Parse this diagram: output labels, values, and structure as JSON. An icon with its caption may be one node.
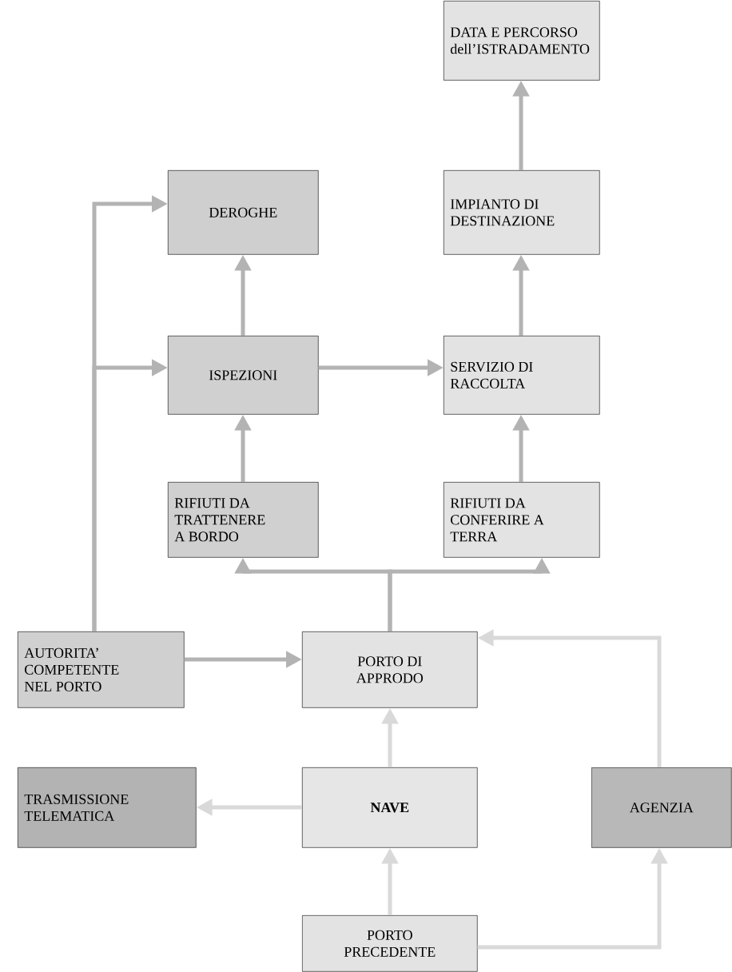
{
  "diagram": {
    "nodes": [
      {
        "text": [
          "DATA E PERCORSO dell’ISTRADAMENTO"
        ]
      },
      {
        "text": [
          "DEROGHE"
        ]
      },
      {
        "text": [
          "IMPIANTO DI DESTINAZIONE"
        ]
      },
      {
        "text": [
          "ISPEZIONI"
        ]
      },
      {
        "text": [
          "SERVIZIO DI RACCOLTA"
        ]
      },
      {
        "text": [
          "RIFIUTI DA TRATTENERE A BORDO"
        ]
      },
      {
        "text": [
          "RIFIUTI DA CONFERIRE A TERRA"
        ]
      },
      {
        "text": [
          "AUTORITA’ COMPETENTE NEL PORTO"
        ]
      },
      {
        "text": [
          "PORTO DI APPRODO"
        ]
      },
      {
        "text": [
          "TRASMISSIONE TELEMATICA"
        ]
      },
      {
        "text": [
          "NAVE"
        ]
      },
      {
        "text": [
          "AGENZIA"
        ]
      },
      {
        "text": [
          "PORTO PRECEDENTE"
        ]
      }
    ],
    "edges": [
      {
        "from": 2,
        "to": 0,
        "arrow": "to"
      },
      {
        "from": 3,
        "to": 1,
        "arrow": "to"
      },
      {
        "from": 7,
        "to": 1,
        "arrow": "to"
      },
      {
        "from": 7,
        "to": 3,
        "arrow": "to"
      },
      {
        "from": 3,
        "to": 4,
        "arrow": "to"
      },
      {
        "from": 4,
        "to": 2,
        "arrow": "to"
      },
      {
        "from": 5,
        "to": 3,
        "arrow": "to"
      },
      {
        "from": 6,
        "to": 4,
        "arrow": "to"
      },
      {
        "from": 8,
        "to": 5,
        "arrow": "to"
      },
      {
        "from": 8,
        "to": 6,
        "arrow": "to"
      },
      {
        "from": 7,
        "to": 8,
        "arrow": "to"
      },
      {
        "from": 10,
        "to": 8,
        "arrow": "to",
        "color": "#d9d9d9"
      },
      {
        "from": 10,
        "to": 9,
        "arrow": "to",
        "color": "#d9d9d9"
      },
      {
        "from": 11,
        "to": 8,
        "arrow": "to",
        "color": "#d9d9d9"
      },
      {
        "from": 12,
        "to": 10,
        "arrow": "to",
        "color": "#d9d9d9"
      },
      {
        "from": 12,
        "to": 11,
        "arrow": "to",
        "color": "#d9d9d9"
      }
    ]
  }
}
